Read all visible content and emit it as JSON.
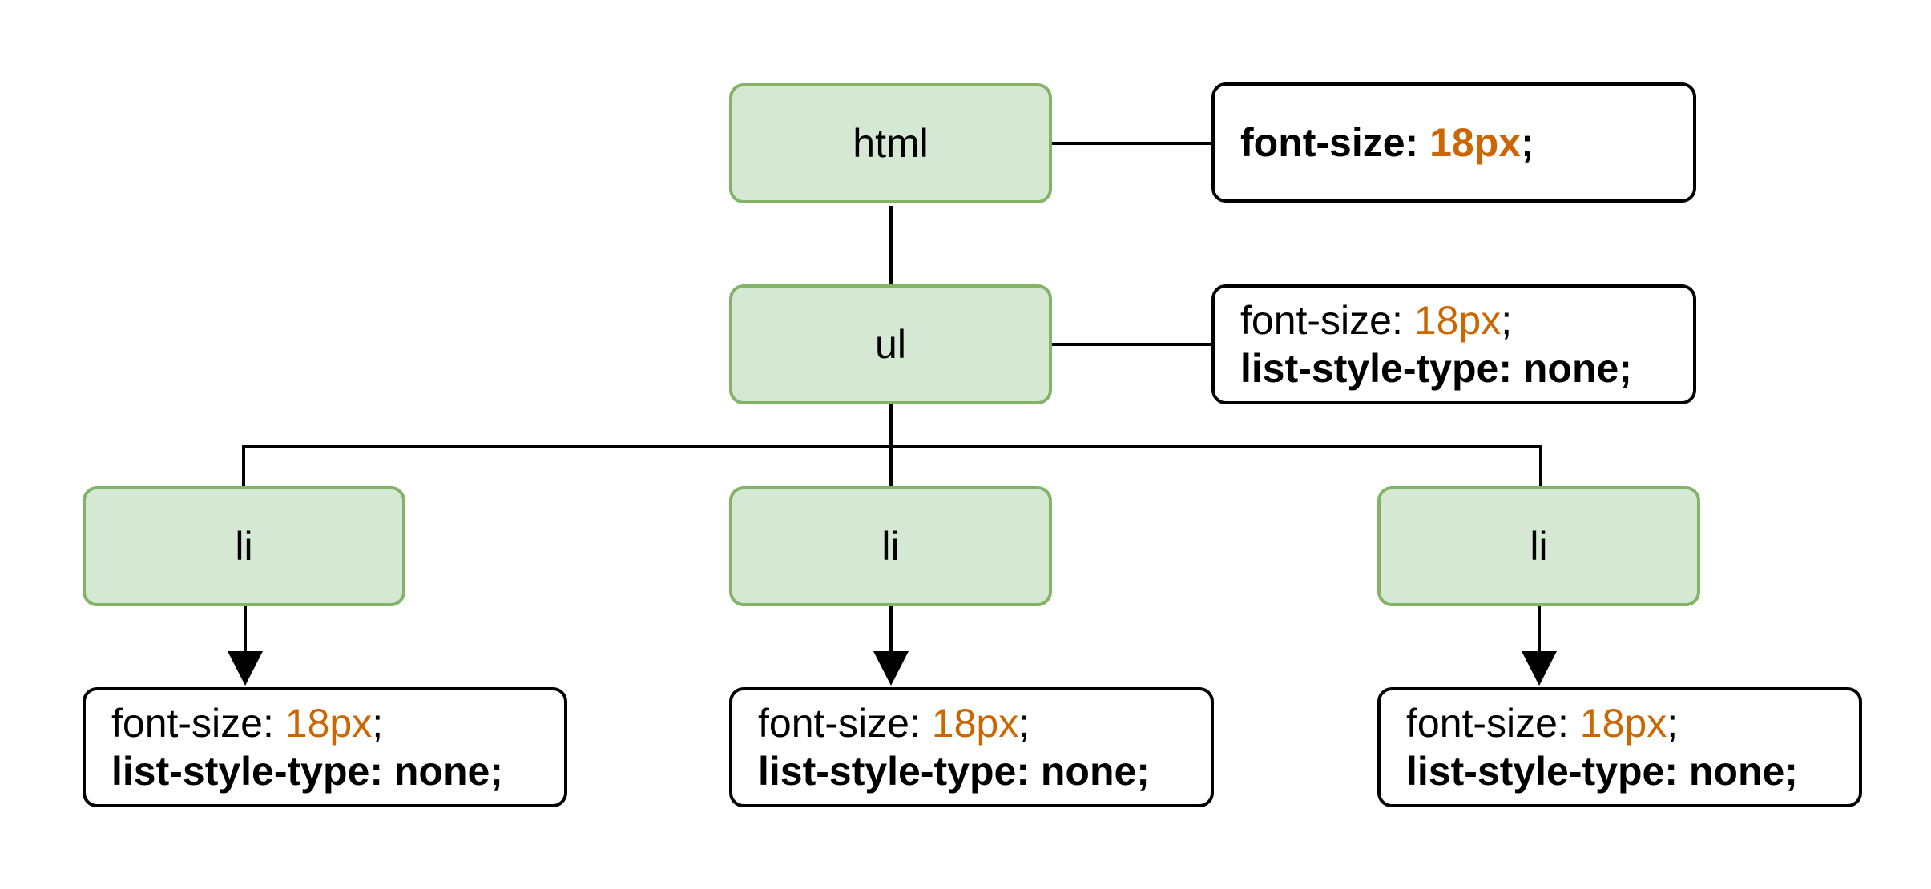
{
  "diagram": {
    "colors": {
      "node_fill": "#d5e8d4",
      "node_border": "#82b366",
      "note_border": "#000000",
      "value_accent": "#cc6600",
      "connector": "#000000"
    },
    "nodes": {
      "html": "html",
      "ul": "ul",
      "li_1": "li",
      "li_2": "li",
      "li_3": "li"
    },
    "notes": {
      "html": {
        "prop": "font-size:",
        "value": "18px",
        "end": ";"
      },
      "ul": {
        "inherited_prop": "font-size:",
        "inherited_value": "18px",
        "inherited_end": ";",
        "own_rule": "list-style-type: none;"
      },
      "li_1": {
        "inherited_prop": "font-size:",
        "inherited_value": "18px",
        "inherited_end": ";",
        "inherited_rule": "list-style-type: none;"
      },
      "li_2": {
        "inherited_prop": "font-size:",
        "inherited_value": "18px",
        "inherited_end": ";",
        "inherited_rule": "list-style-type: none;"
      },
      "li_3": {
        "inherited_prop": "font-size:",
        "inherited_value": "18px",
        "inherited_end": ";",
        "inherited_rule": "list-style-type: none;"
      }
    }
  }
}
